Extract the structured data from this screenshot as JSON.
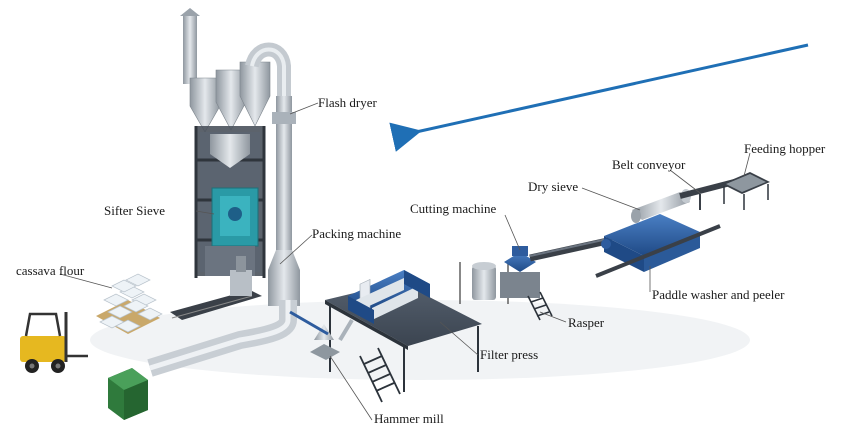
{
  "labels": {
    "flash_dryer": "Flash dryer",
    "sifter_sieve": "Sifter Sieve",
    "packing_machine": "Packing machine",
    "cassava_flour": "cassava flour",
    "cutting_machine": "Cutting machine",
    "dry_sieve": "Dry sieve",
    "belt_conveyor": "Belt conveyor",
    "feeding_hopper": "Feeding hopper",
    "paddle_washer_and_peeler": "Paddle washer and peeler",
    "rasper": "Rasper",
    "filter_press": "Filter press",
    "hammer_mill": "Hammer mill"
  },
  "colors": {
    "machine_blue": "#2e5c9e",
    "steel": "#b9c0c8",
    "frame_dark": "#3a4048",
    "forklift_yellow": "#e6b820",
    "teal_sieve": "#2a9aa6",
    "green_bin": "#2f7a3c",
    "flow_arrow": "#1f6fb5",
    "leader_line": "#555555"
  }
}
